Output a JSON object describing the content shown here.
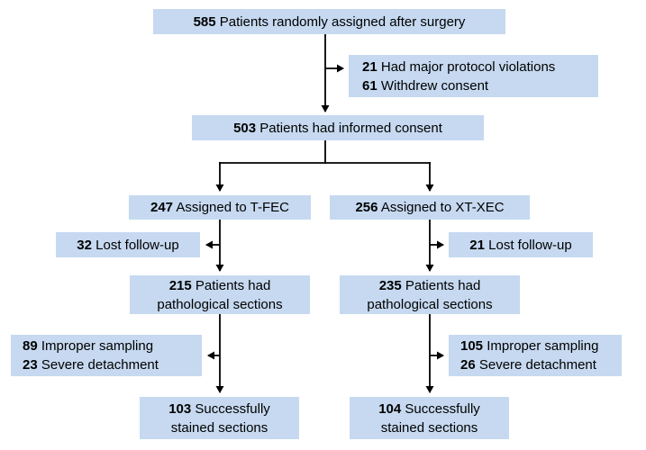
{
  "figure": {
    "type": "patient-flow-diagram",
    "colors": {
      "box_fill": "#c6d9f0",
      "line": "#000000",
      "text": "#000000",
      "background": "#ffffff"
    },
    "boxes": {
      "randomized": {
        "lines": [
          {
            "num": "585",
            "text": "Patients randomly assigned after surgery"
          }
        ]
      },
      "excluded_top": {
        "lines": [
          {
            "num": "21",
            "text": "Had major protocol violations"
          },
          {
            "num": "61",
            "text": "Withdrew consent"
          }
        ]
      },
      "consented": {
        "lines": [
          {
            "num": "503",
            "text": "Patients had informed consent"
          }
        ]
      },
      "tfec_assigned": {
        "lines": [
          {
            "num": "247",
            "text": "Assigned to T-FEC"
          }
        ]
      },
      "xtxec_assigned": {
        "lines": [
          {
            "num": "256",
            "text": "Assigned to XT-XEC"
          }
        ]
      },
      "tfec_lost": {
        "lines": [
          {
            "num": "32",
            "text": "Lost follow-up"
          }
        ]
      },
      "xtxec_lost": {
        "lines": [
          {
            "num": "21",
            "text": "Lost follow-up"
          }
        ]
      },
      "tfec_sections": {
        "lines": [
          {
            "num": "215",
            "text": "Patients had"
          },
          {
            "num": "",
            "text": "pathological sections"
          }
        ]
      },
      "xtxec_sections": {
        "lines": [
          {
            "num": "235",
            "text": "Patients had"
          },
          {
            "num": "",
            "text": "pathological sections"
          }
        ]
      },
      "tfec_excluded": {
        "lines": [
          {
            "num": "89",
            "text": "Improper sampling"
          },
          {
            "num": "23",
            "text": "Severe detachment"
          }
        ]
      },
      "xtxec_excluded": {
        "lines": [
          {
            "num": "105",
            "text": "Improper sampling"
          },
          {
            "num": "26",
            "text": "Severe detachment"
          }
        ]
      },
      "tfec_stained": {
        "lines": [
          {
            "num": "103",
            "text": "Successfully"
          },
          {
            "num": "",
            "text": "stained sections"
          }
        ]
      },
      "xtxec_stained": {
        "lines": [
          {
            "num": "104",
            "text": "Successfully"
          },
          {
            "num": "",
            "text": "stained sections"
          }
        ]
      }
    }
  }
}
